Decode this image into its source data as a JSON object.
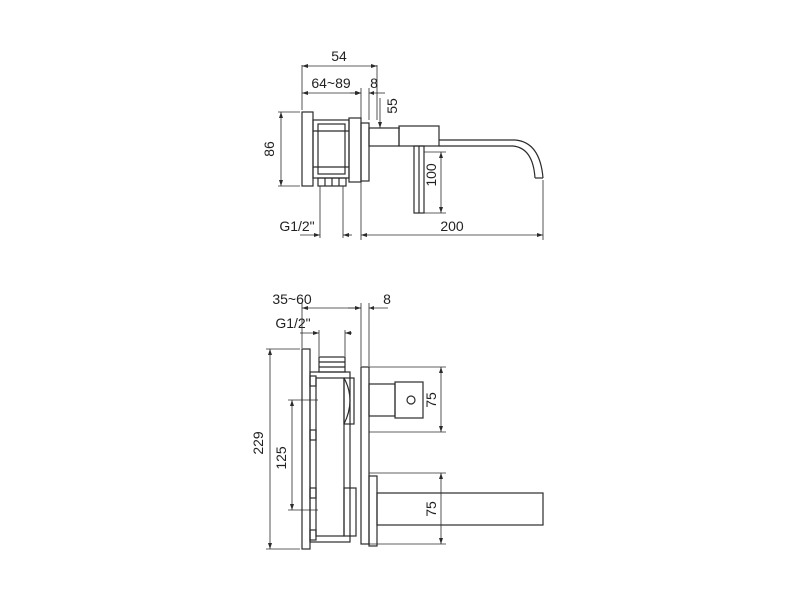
{
  "top_view": {
    "labels": {
      "w54": "54",
      "w64_89": "64~89",
      "w8": "8",
      "h55": "55",
      "h86": "86",
      "h100": "100",
      "w200": "200",
      "thread": "G1/2\""
    }
  },
  "front_view": {
    "labels": {
      "w35_60": "35~60",
      "w8": "8",
      "thread": "G1/2\"",
      "h229": "229",
      "h125": "125",
      "h75_top": "75",
      "h75_bottom": "75"
    }
  },
  "colors": {
    "line": "#2b2b2b",
    "background": "#ffffff"
  }
}
